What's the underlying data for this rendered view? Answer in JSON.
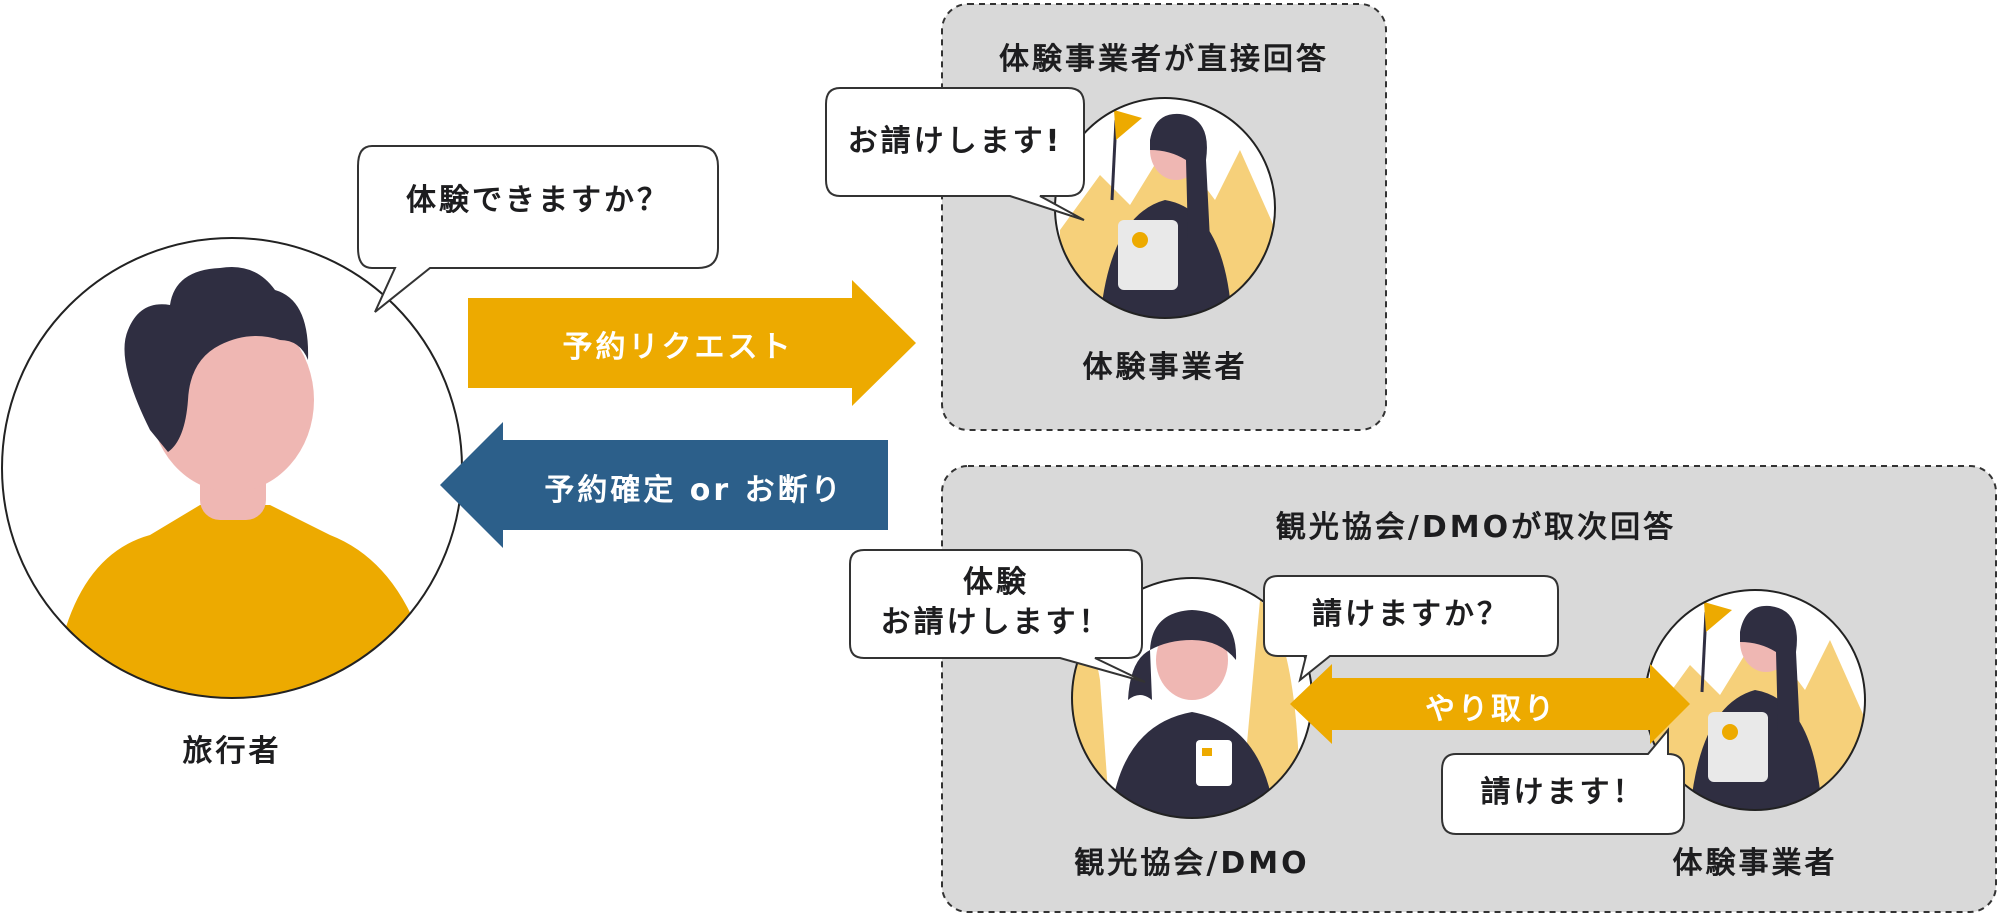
{
  "traveler": {
    "name": "旅行者",
    "question": "体験できますか？"
  },
  "arrows": {
    "request": "予約リクエスト",
    "response": "予約確定 or お断り",
    "exchange": "やり取り"
  },
  "direct_box": {
    "title": "体験事業者が直接回答",
    "reply": "お請けします!",
    "person_label": "体験事業者"
  },
  "dmo_box": {
    "title": "観光協会/DMOが取次回答",
    "dmo_reply_line1": "体験",
    "dmo_reply_line2": "お請けします！",
    "dmo_question": "請けますか？",
    "operator_reply": "請けます！",
    "dmo_label": "観光協会/DMO",
    "operator_label": "体験事業者"
  },
  "colors": {
    "accent_yellow": "#edaa00",
    "response_blue": "#2c5f8a",
    "box_gray": "#d9d9d9",
    "illustration_yellow": "#f6d07a",
    "hair_dark": "#2f2e41",
    "skin": "#efb7b3"
  }
}
